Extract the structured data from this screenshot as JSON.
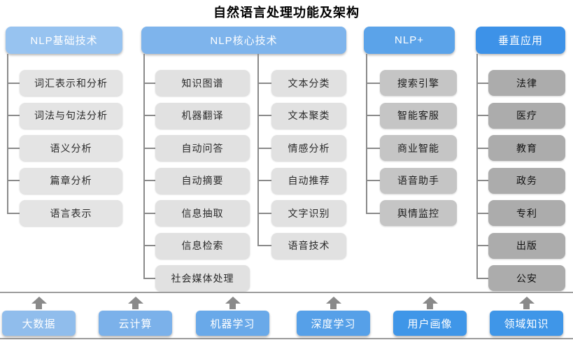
{
  "title": "自然语言处理功能及架构",
  "diagram": {
    "line_color": "#8a8a8a",
    "arrow_color": "#8a8a8a",
    "separator_color": "#9c9c9c"
  },
  "columns": [
    {
      "header": "NLP基础技术",
      "header_bg": "#97C3F0",
      "item_bg": "#E4E4E4",
      "item_text": "#2a2a2a",
      "items": [
        "词汇表示和分析",
        "词法与句法分析",
        "语义分析",
        "篇章分析",
        "语言表示"
      ]
    },
    {
      "header": "NLP核心技术",
      "header_bg": "#7EB4EC",
      "item_bg": "#E1E1E1",
      "item_text": "#2a2a2a",
      "sub_columns": [
        [
          "知识图谱",
          "机器翻译",
          "自动问答",
          "自动摘要",
          "信息抽取",
          "信息检索",
          "社会媒体处理"
        ],
        [
          "文本分类",
          "文本聚类",
          "情感分析",
          "自动推荐",
          "文字识别",
          "语音技术"
        ]
      ]
    },
    {
      "header": "NLP+",
      "header_bg": "#5BA3E9",
      "item_bg": "#C5C5C5",
      "item_text": "#1c1c1c",
      "items": [
        "搜索引擎",
        "智能客服",
        "商业智能",
        "语音助手",
        "舆情监控"
      ]
    },
    {
      "header": "垂直应用",
      "header_bg": "#3D92E8",
      "item_bg": "#ACACAC",
      "item_text": "#111111",
      "items": [
        "法律",
        "医疗",
        "教育",
        "政务",
        "专利",
        "出版",
        "公安"
      ]
    }
  ],
  "foundation": {
    "items": [
      {
        "label": "大数据",
        "bg": "#90BDEC"
      },
      {
        "label": "云计算",
        "bg": "#7BB1EA"
      },
      {
        "label": "机器学习",
        "bg": "#69A9E9"
      },
      {
        "label": "深度学习",
        "bg": "#56A0E8"
      },
      {
        "label": "用户画像",
        "bg": "#3F96E8"
      },
      {
        "label": "领域知识",
        "bg": "#3F96E8"
      }
    ]
  }
}
